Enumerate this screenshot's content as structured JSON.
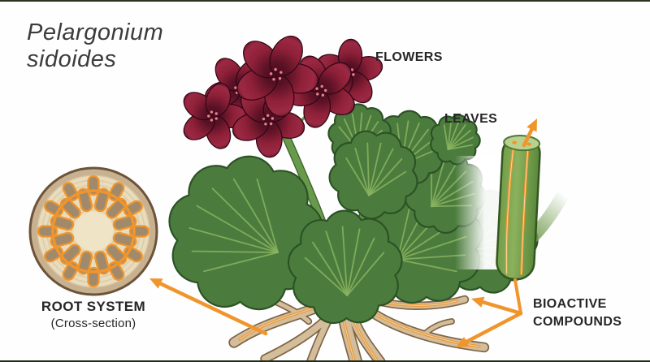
{
  "title": {
    "line1": "Pelargonium",
    "line2": "sidoides"
  },
  "labels": {
    "flowers": "FLOWERS",
    "leaves": "LEAVES",
    "root_system": "ROOT SYSTEM",
    "root_system_sub": "(Cross-section)",
    "bioactive_line1": "BIOACTIVE",
    "bioactive_line2": "COMPOUNDS"
  },
  "colors": {
    "accent_orange": "#F0952C",
    "flower_red": "#8E2038",
    "flower_dark": "#450C1C",
    "leaf_green": "#4C7C3D",
    "leaf_vein": "#8AB461",
    "leaf_outline": "#2C5226",
    "stem_green": "#679A4B",
    "stem_outline": "#3F6030",
    "root_tan": "#D3BD9B",
    "root_outline": "#7F6546",
    "cross_section_band": "#C8B190",
    "cross_section_cream": "#E9DCBD",
    "bundle_fill": "#A18A6B",
    "text_dark": "#262626"
  }
}
